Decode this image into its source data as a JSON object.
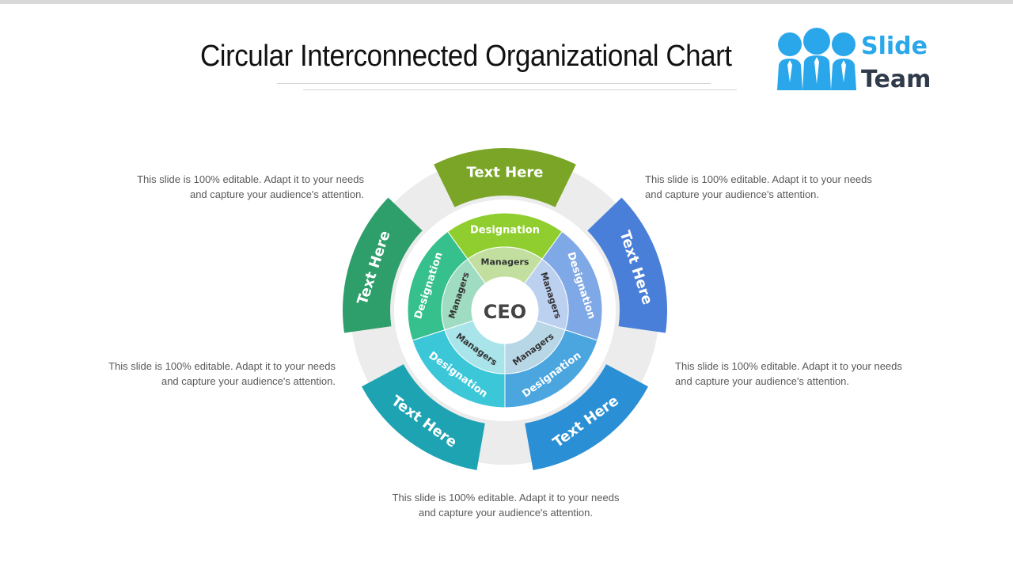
{
  "title": "Circular Interconnected Organizational Chart",
  "logo": {
    "line1": "Slide",
    "line2": "Team"
  },
  "center": {
    "label": "CEO"
  },
  "segments": [
    {
      "outer": "Text Here",
      "designation": "Designation",
      "managers": "Managers",
      "color": "#7aa526",
      "designation_color": "#8fce2e",
      "managers_color": "#c2dfa0"
    },
    {
      "outer": "Text Here",
      "designation": "Designation",
      "managers": "Managers",
      "color": "#4a7fd9",
      "designation_color": "#7fa8e6",
      "managers_color": "#bcd0f0"
    },
    {
      "outer": "Text Here",
      "designation": "Designation",
      "managers": "Managers",
      "color": "#2a8fd4",
      "designation_color": "#4ba6e0",
      "managers_color": "#b8d7e6"
    },
    {
      "outer": "Text Here",
      "designation": "Designation",
      "managers": "Managers",
      "color": "#1ea3b3",
      "designation_color": "#3cc7d9",
      "managers_color": "#a8e4ea"
    },
    {
      "outer": "Text Here",
      "designation": "Designation",
      "managers": "Managers",
      "color": "#2e9e6a",
      "designation_color": "#36c08e",
      "managers_color": "#9fdcc2"
    }
  ],
  "descriptions": [
    {
      "line1": "This slide is 100% editable. Adapt it to your needs",
      "line2": "and capture your audience's attention."
    },
    {
      "line1": "This slide is 100% editable. Adapt it to your needs",
      "line2": "and capture your audience's attention."
    },
    {
      "line1": "This slide is 100% editable. Adapt it to your needs",
      "line2": "and capture your audience's attention."
    },
    {
      "line1": "This slide is 100% editable. Adapt it to your needs",
      "line2": "and capture your audience's attention."
    },
    {
      "line1": "This slide is 100% editable. Adapt it to your needs",
      "line2": "and capture your audience's attention."
    }
  ]
}
